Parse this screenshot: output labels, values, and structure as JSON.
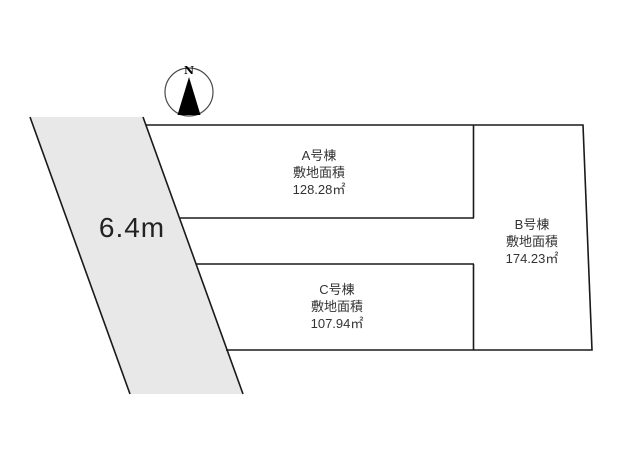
{
  "compass": {
    "north_label": "N"
  },
  "road": {
    "width_label": "6.4m"
  },
  "plots": [
    {
      "name": "A号棟",
      "area_label": "敷地面積",
      "area_value": "128.28㎡"
    },
    {
      "name": "B号棟",
      "area_label": "敷地面積",
      "area_value": "174.23㎡"
    },
    {
      "name": "C号棟",
      "area_label": "敷地面積",
      "area_value": "107.94㎡"
    }
  ],
  "colors": {
    "line": "#1a1a1a",
    "road_fill": "#e8e8e8",
    "text": "#222222",
    "compass_needle": "#000000"
  }
}
